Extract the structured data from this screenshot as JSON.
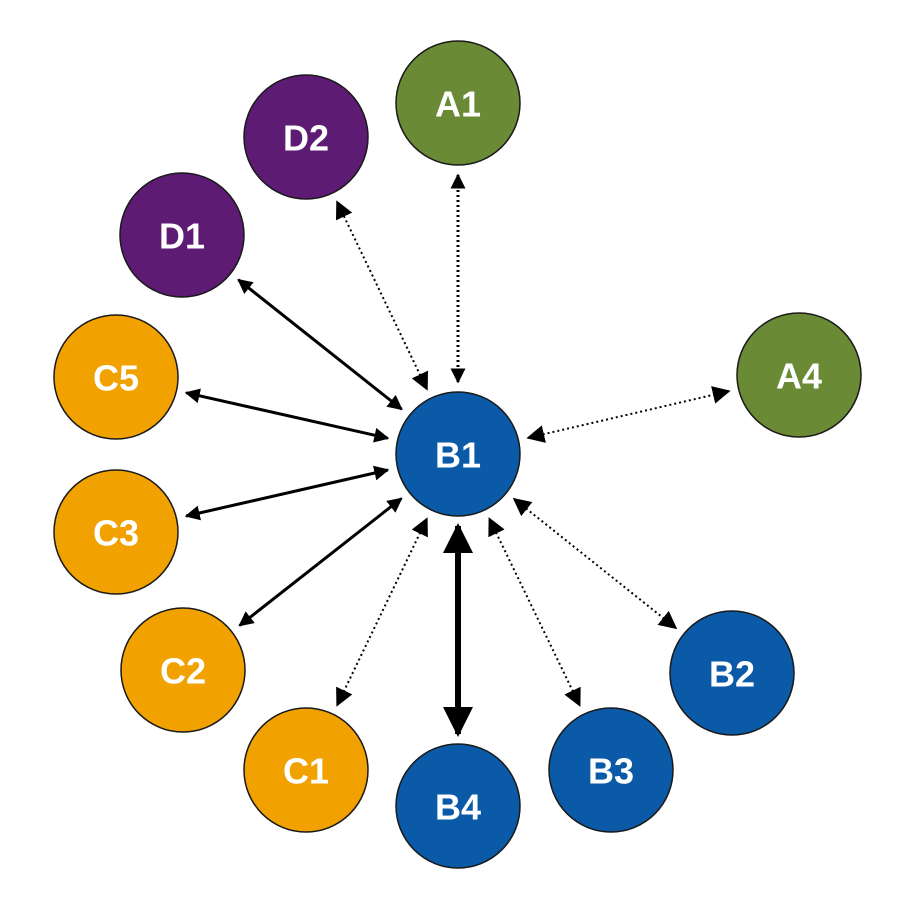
{
  "colors": {
    "green": "#6a8a35",
    "purple": "#5e1b74",
    "orange": "#f2a200",
    "blue": "#0a5aa8",
    "edge": "#000000"
  },
  "nodes": [
    {
      "id": "A1",
      "label": "A1",
      "group": "green"
    },
    {
      "id": "A4",
      "label": "A4",
      "group": "green"
    },
    {
      "id": "D2",
      "label": "D2",
      "group": "purple"
    },
    {
      "id": "D1",
      "label": "D1",
      "group": "purple"
    },
    {
      "id": "C5",
      "label": "C5",
      "group": "orange"
    },
    {
      "id": "C3",
      "label": "C3",
      "group": "orange"
    },
    {
      "id": "C2",
      "label": "C2",
      "group": "orange"
    },
    {
      "id": "C1",
      "label": "C1",
      "group": "orange"
    },
    {
      "id": "B1",
      "label": "B1",
      "group": "blue"
    },
    {
      "id": "B2",
      "label": "B2",
      "group": "blue"
    },
    {
      "id": "B3",
      "label": "B3",
      "group": "blue"
    },
    {
      "id": "B4",
      "label": "B4",
      "group": "blue"
    }
  ],
  "edges": [
    {
      "from": "B1",
      "to": "A1",
      "style": "dotted",
      "weight": "medium"
    },
    {
      "from": "B1",
      "to": "D2",
      "style": "dotted",
      "weight": "thin"
    },
    {
      "from": "B1",
      "to": "D1",
      "style": "solid",
      "weight": "medium"
    },
    {
      "from": "B1",
      "to": "C5",
      "style": "solid",
      "weight": "medium"
    },
    {
      "from": "B1",
      "to": "C3",
      "style": "solid",
      "weight": "medium"
    },
    {
      "from": "B1",
      "to": "C2",
      "style": "solid",
      "weight": "medium"
    },
    {
      "from": "B1",
      "to": "C1",
      "style": "dotted",
      "weight": "thin"
    },
    {
      "from": "B1",
      "to": "B4",
      "style": "solid",
      "weight": "thick"
    },
    {
      "from": "B1",
      "to": "B3",
      "style": "dotted",
      "weight": "thin"
    },
    {
      "from": "B1",
      "to": "B2",
      "style": "dotted",
      "weight": "thin"
    },
    {
      "from": "B1",
      "to": "A4",
      "style": "dotted",
      "weight": "thin"
    }
  ]
}
